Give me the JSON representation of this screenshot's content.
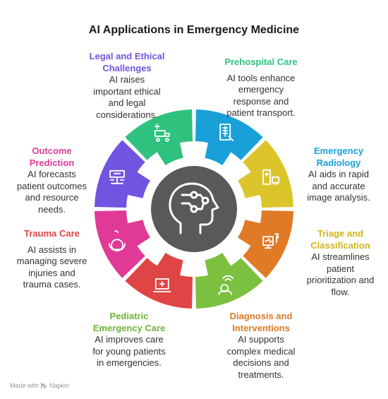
{
  "title": "AI Applications in Emergency Medicine",
  "colors": {
    "legal": "#7154e0",
    "prehospital": "#2ec27e",
    "radiology": "#1aa0d8",
    "triage": "#dcc52a",
    "diagnosis": "#e07a26",
    "pediatric": "#7cc040",
    "trauma": "#e04545",
    "outcome": "#e03a96",
    "center": "#595959"
  },
  "segments": [
    {
      "key": "legal",
      "heading": "Legal and Ethical Challenges",
      "heading_lines": [
        "Legal and Ethical",
        "Challenges"
      ],
      "body_lines": [
        "AI raises",
        "important ethical",
        "and legal",
        "considerations."
      ],
      "icon": "scales-of-justice-icon"
    },
    {
      "key": "prehospital",
      "heading": "Prehospital Care",
      "heading_lines": [
        "Prehospital Care"
      ],
      "body_lines": [
        "AI tools enhance",
        "emergency",
        "response and",
        "patient transport."
      ],
      "icon": "medical-cart-icon"
    },
    {
      "key": "radiology",
      "heading": "Emergency Radiology",
      "heading_lines": [
        "Emergency",
        "Radiology"
      ],
      "body_lines": [
        "AI aids in rapid",
        "and accurate",
        "image analysis."
      ],
      "icon": "xray-scan-icon"
    },
    {
      "key": "triage",
      "heading": "Triage and Classification",
      "heading_lines": [
        "Triage and",
        "Classification"
      ],
      "body_lines": [
        "AI streamlines",
        "patient",
        "prioritization and",
        "flow."
      ],
      "icon": "mobile-ambulance-icon"
    },
    {
      "key": "diagnosis",
      "heading": "Diagnosis and Interventions",
      "heading_lines": [
        "Diagnosis and",
        "Interventions"
      ],
      "body_lines": [
        "AI supports",
        "complex medical",
        "decisions and",
        "treatments."
      ],
      "icon": "monitor-diagnosis-icon"
    },
    {
      "key": "pediatric",
      "heading": "Pediatric Emergency Care",
      "heading_lines": [
        "Pediatric",
        "Emergency Care"
      ],
      "body_lines": [
        "AI improves care",
        "for young patients",
        "in emergencies."
      ],
      "icon": "child-wifi-icon"
    },
    {
      "key": "trauma",
      "heading": "Trauma Care",
      "heading_lines": [
        "Trauma Care"
      ],
      "body_lines": [
        "AI assists in",
        "managing severe",
        "injuries and",
        "trauma cases."
      ],
      "icon": "medical-laptop-icon"
    },
    {
      "key": "outcome",
      "heading": "Outcome Prediction",
      "heading_lines": [
        "Outcome",
        "Prediction"
      ],
      "body_lines": [
        "AI forecasts",
        "patient outcomes",
        "and resource",
        "needs."
      ],
      "icon": "crystal-ball-icon"
    }
  ],
  "footer": {
    "made_with": "Made with",
    "brand": "Napkin"
  }
}
